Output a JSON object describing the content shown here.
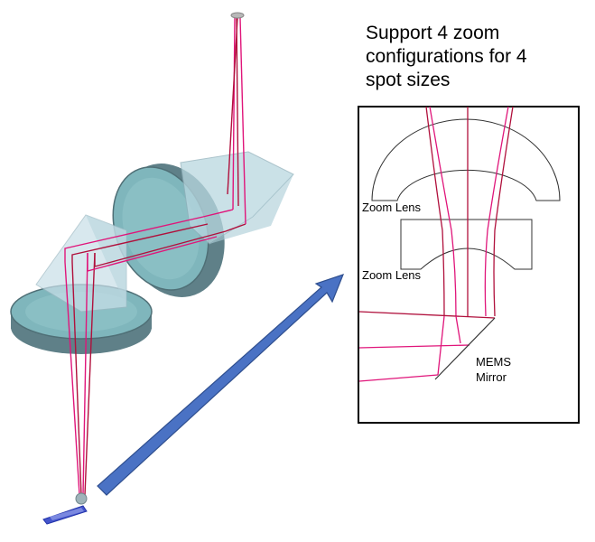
{
  "title": {
    "lines": [
      "Support 4 zoom",
      "configurations for 4",
      "spot sizes"
    ]
  },
  "inset": {
    "label_zoom_lens_1": "Zoom Lens",
    "label_zoom_lens_2": "Zoom Lens",
    "label_mems_line1": "MEMS",
    "label_mems_line2": "Mirror"
  },
  "colors": {
    "beam": "#e0157a",
    "beam_dark": "#b0103c",
    "lens_fill": "#6fb0b8",
    "lens_edge": "#5f7f86",
    "prism_fill": "#c7dde6",
    "arrow_fill": "#4a72c4",
    "arrow_edge": "#2f4f8f",
    "inset_border": "#000000"
  }
}
